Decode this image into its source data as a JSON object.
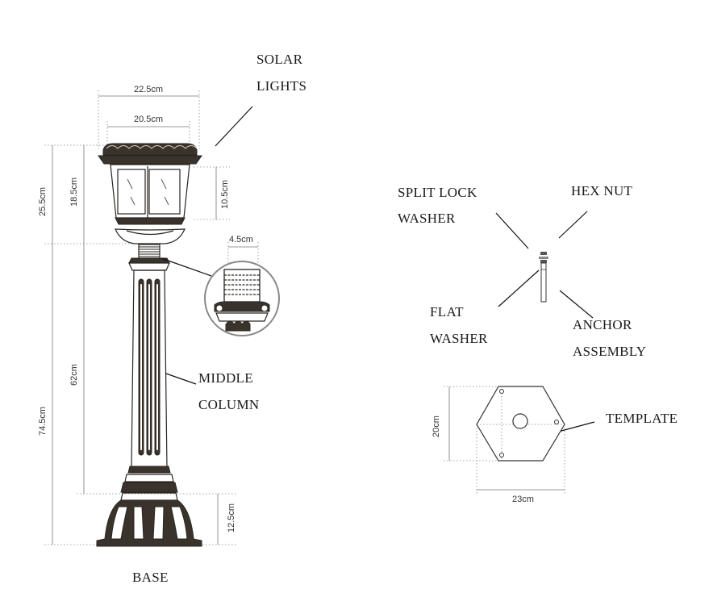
{
  "labels": {
    "solar": "SOLAR",
    "lights": "LIGHTS",
    "split_lock": "SPLIT LOCK",
    "washer": "WASHER",
    "hex_nut": "HEX NUT",
    "flat": "FLAT",
    "flat_washer": "WASHER",
    "anchor": "ANCHOR",
    "assembly": "ASSEMBLY",
    "middle": "MIDDLE",
    "column": "COLUMN",
    "template": "TEMPLATE",
    "base": "BASE"
  },
  "dimensions": {
    "top_width": "22.5cm",
    "inner_width": "20.5cm",
    "head_total": "25.5cm",
    "head_body": "18.5cm",
    "glass": "10.5cm",
    "thread": "4.5cm",
    "column": "62cm",
    "lower_total": "74.5cm",
    "base_height": "12.5cm",
    "template_height": "20cm",
    "template_width": "23cm"
  },
  "colors": {
    "ink": "#2a2622",
    "text": "#1a1a1a"
  }
}
